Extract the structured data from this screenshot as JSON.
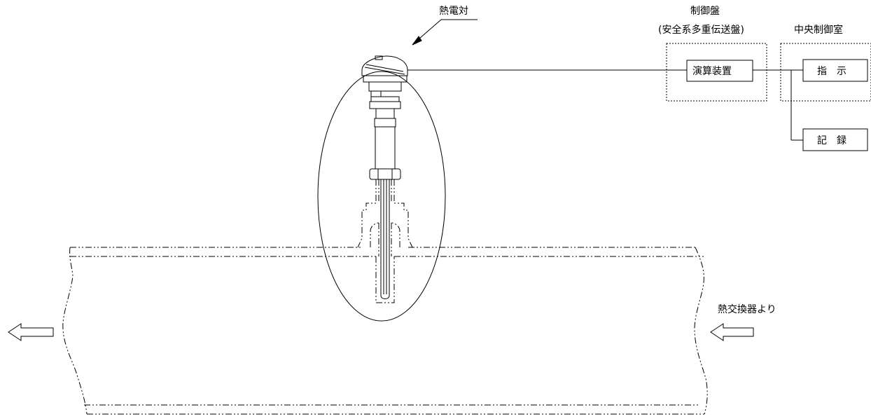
{
  "thermocouple": {
    "label": "熱電対"
  },
  "control_panel": {
    "title": "制御盤",
    "subtitle": "(安全系多重伝送盤)",
    "unit_label": "演算装置"
  },
  "central_room": {
    "title": "中央制御室",
    "indicate_label": "指　示",
    "record_label": "記　録"
  },
  "flow": {
    "inlet_label": "熱交換器より"
  }
}
